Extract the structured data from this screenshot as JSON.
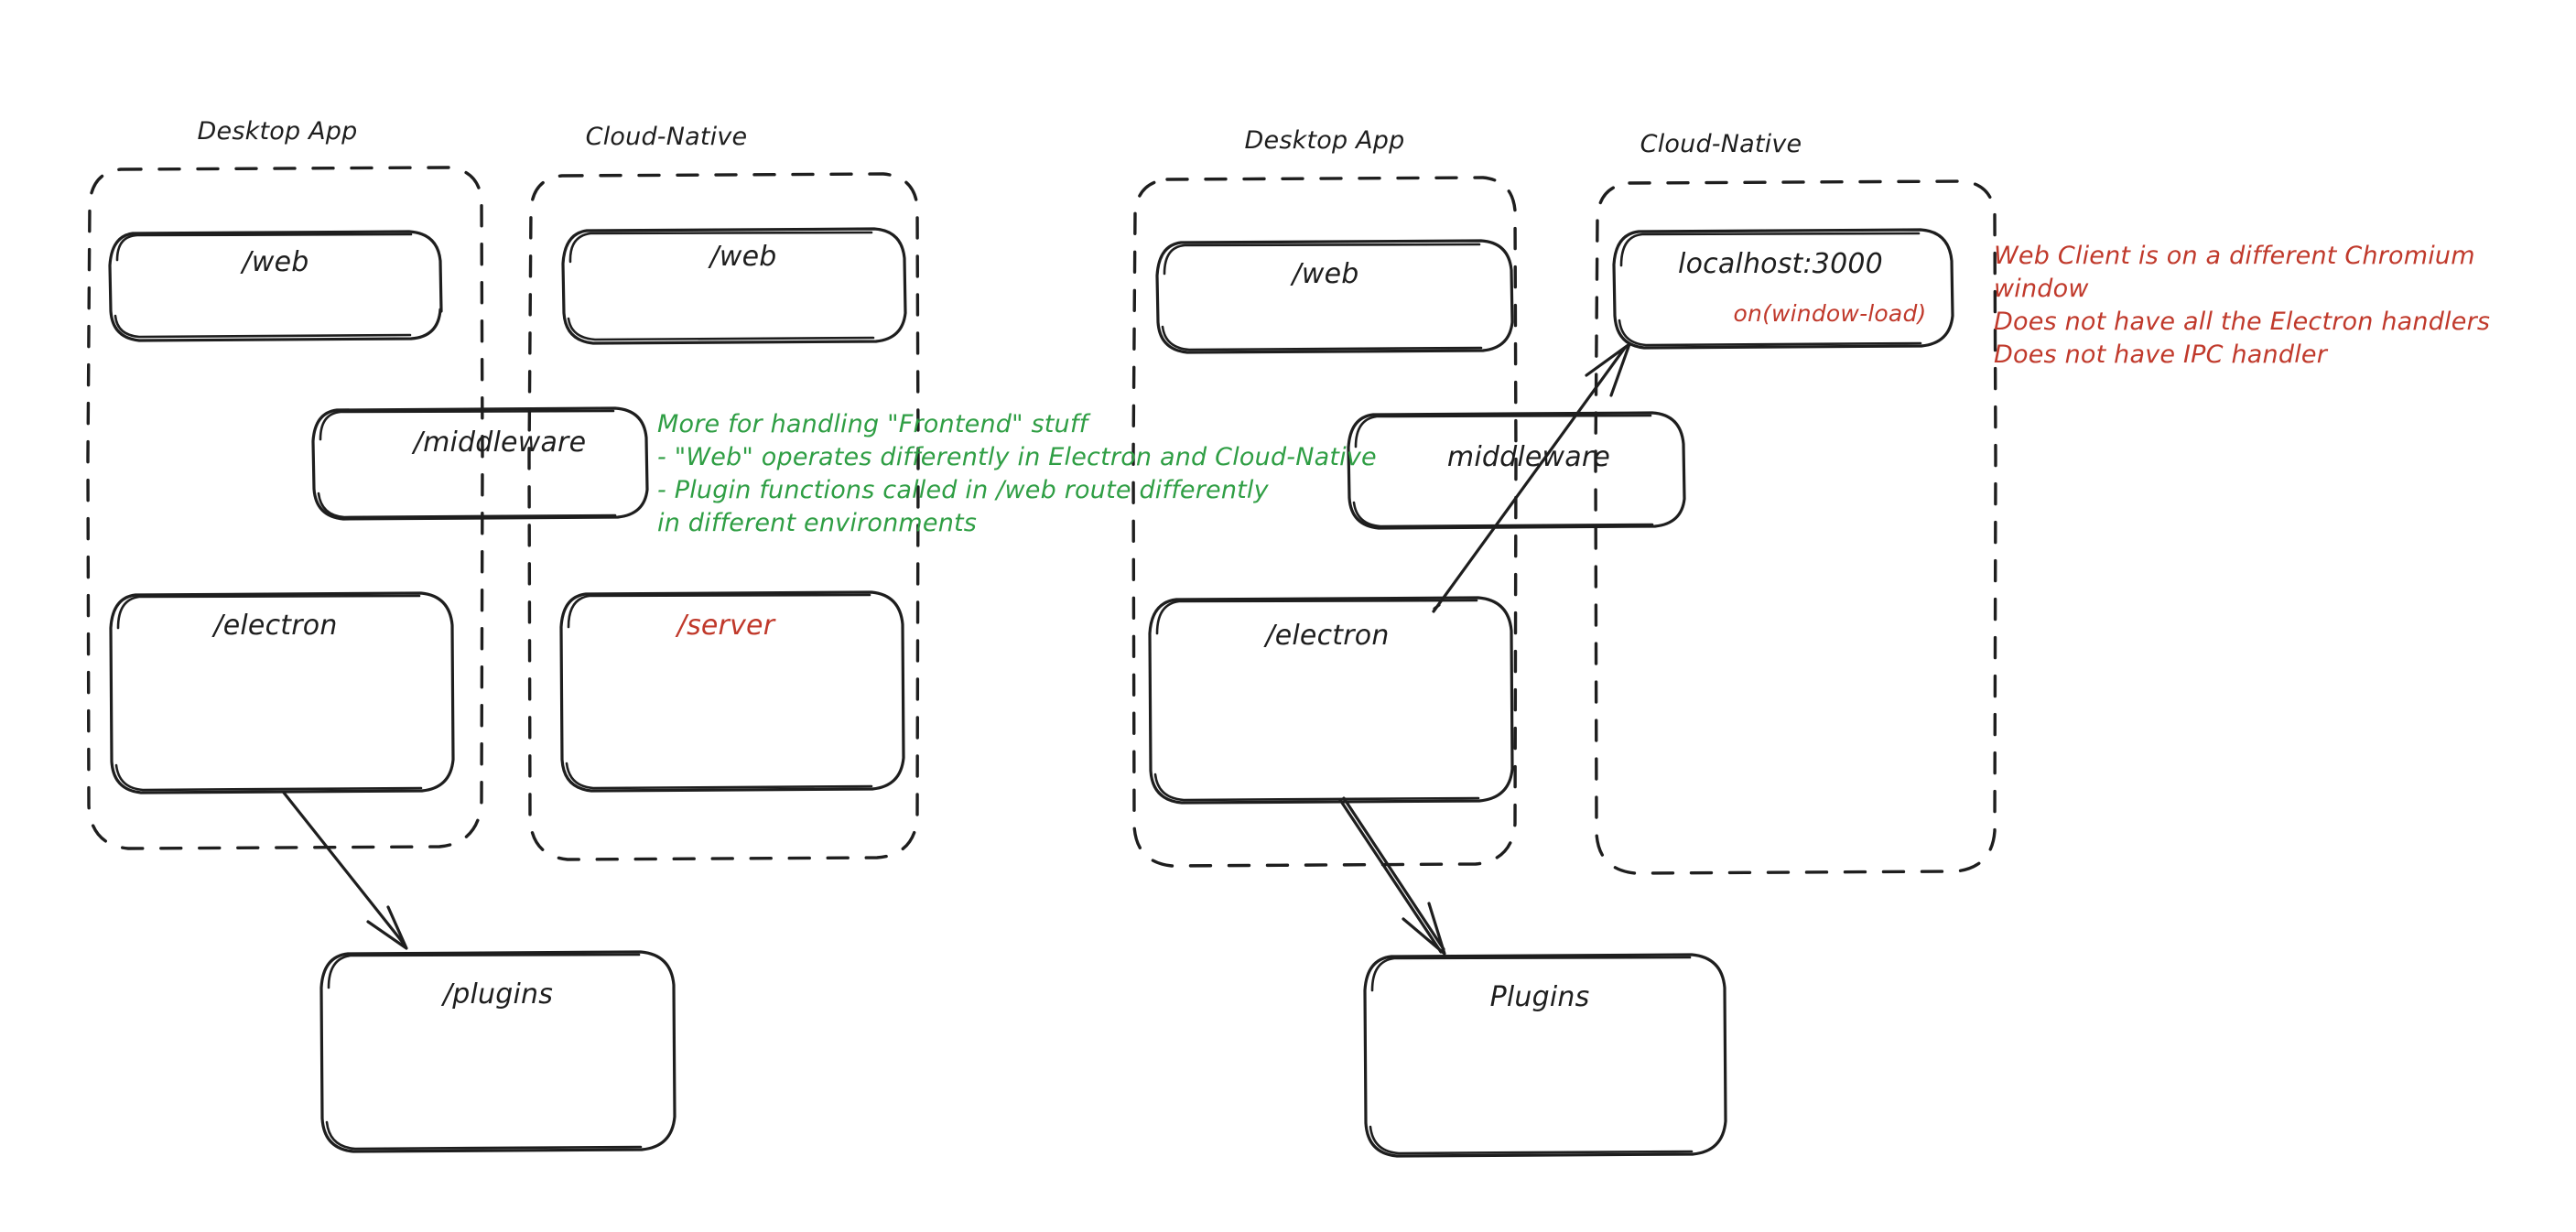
{
  "diagram": {
    "title": "Desktop App vs Cloud-Native architecture sketch",
    "style": "hand-drawn",
    "colors": {
      "stroke": "#1e1e1e",
      "green": "#2f9e44",
      "red": "#c0392b",
      "background": "#ffffff"
    }
  },
  "left_diagram": {
    "groups": {
      "desktop_app": {
        "label": "Desktop App"
      },
      "cloud_native": {
        "label": "Cloud-Native"
      }
    },
    "boxes": {
      "desktop_web": {
        "label": "/web"
      },
      "cloud_web": {
        "label": "/web"
      },
      "middleware": {
        "label": "/middleware"
      },
      "electron": {
        "label": "/electron"
      },
      "server": {
        "label": "/server"
      },
      "plugins": {
        "label": "/plugins"
      }
    },
    "note_green": "More for handling \"Frontend\" stuff\n- \"Web\" operates differently in Electron and Cloud-Native\n- Plugin functions called in /web route differently\nin different environments"
  },
  "right_diagram": {
    "groups": {
      "desktop_app": {
        "label": "Desktop App"
      },
      "cloud_native": {
        "label": "Cloud-Native"
      }
    },
    "boxes": {
      "desktop_web": {
        "label": "/web"
      },
      "localhost": {
        "label": "localhost:3000",
        "sublabel": "on(window-load)"
      },
      "middleware": {
        "label": "middleware"
      },
      "electron": {
        "label": "/electron"
      },
      "plugins": {
        "label": "Plugins"
      }
    },
    "note_red": "Web Client is on a different Chromium window\nDoes not have all the Electron handlers\nDoes not have IPC handler"
  }
}
